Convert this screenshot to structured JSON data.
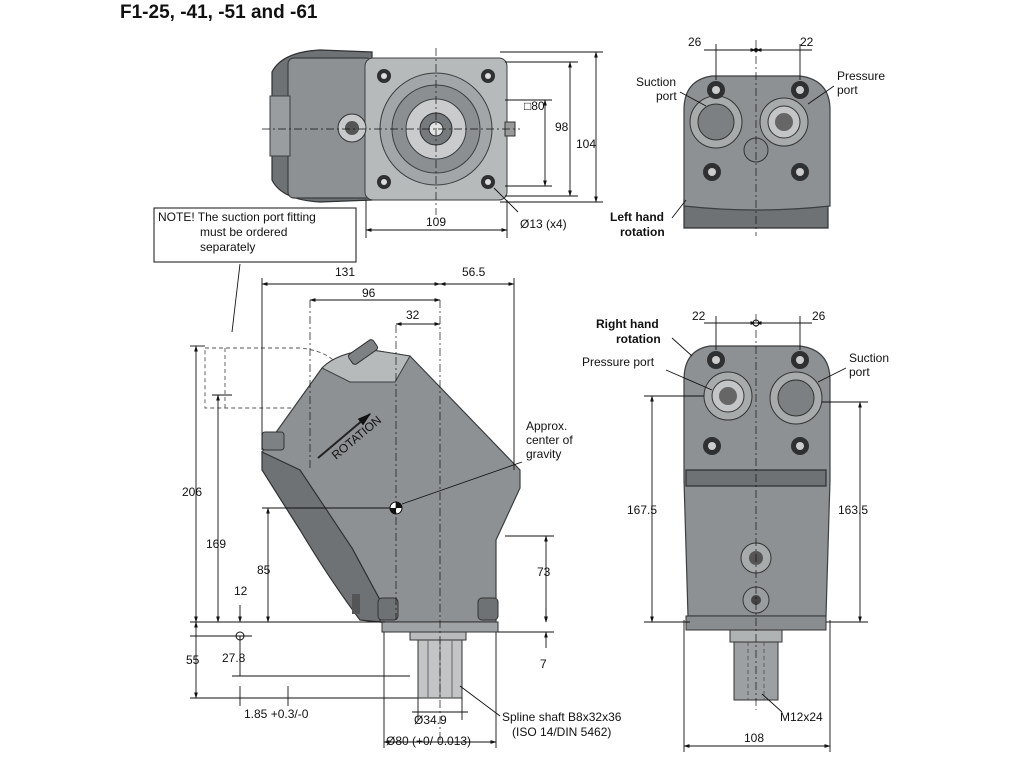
{
  "title": "F1-25, -41, -51 and -61",
  "note": {
    "line1": "NOTE! The suction port fitting",
    "line2": "must be ordered",
    "line3": "separately"
  },
  "top_view": {
    "dim_square": "□80",
    "dim_98": "98",
    "dim_104": "104",
    "dim_109": "109",
    "dim_holes": "Ø13 (x4)"
  },
  "side_view": {
    "dim_131": "131",
    "dim_56_5": "56.5",
    "dim_96": "96",
    "dim_32": "32",
    "dim_206": "206",
    "dim_169": "169",
    "dim_85": "85",
    "dim_12": "12",
    "dim_73": "73",
    "dim_55": "55",
    "dim_27_8": "27.8",
    "dim_7": "7",
    "dim_1_85": "1.85 +0.3/-0",
    "dim_34_9": "Ø34.9",
    "dim_80": "Ø80 (+0/-0.013)",
    "rotation_label": "ROTATION",
    "cog_line1": "Approx.",
    "cog_line2": "center of",
    "cog_line3": "gravity",
    "spline_line1": "Spline shaft B8x32x36",
    "spline_line2": "(ISO 14/DIN 5462)"
  },
  "left_hand_view": {
    "dim_26": "26",
    "dim_22": "22",
    "suction_line1": "Suction",
    "suction_line2": "port",
    "pressure_line1": "Pressure",
    "pressure_line2": "port",
    "rotation_line1": "Left hand",
    "rotation_line2": "rotation"
  },
  "right_hand_view": {
    "dim_22": "22",
    "dim_26": "26",
    "rotation_line1": "Right hand",
    "rotation_line2": "rotation",
    "pressure_label": "Pressure port",
    "suction_line1": "Suction",
    "suction_line2": "port",
    "dim_167_5": "167.5",
    "dim_163_5": "163.5",
    "dim_m12": "M12x24",
    "dim_108": "108"
  }
}
